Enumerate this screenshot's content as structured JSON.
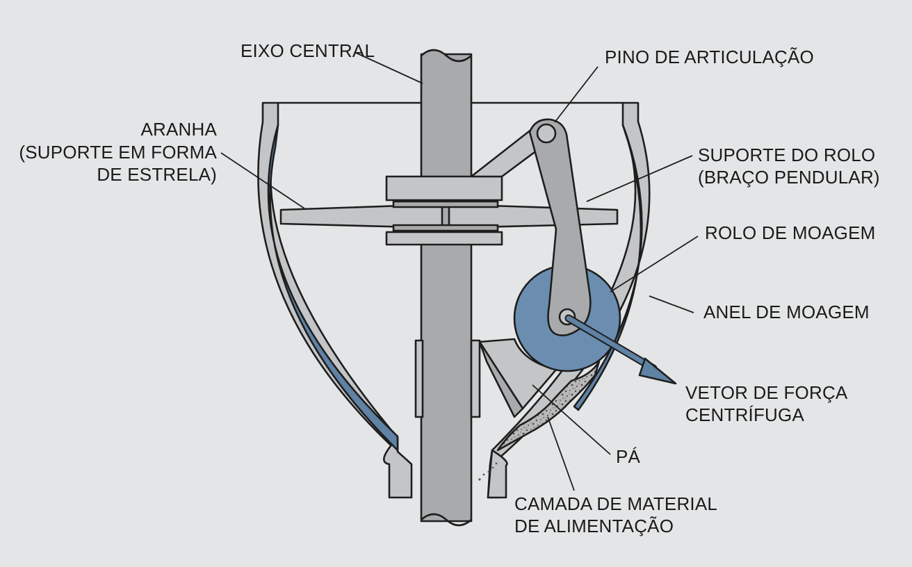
{
  "diagram": {
    "labels": {
      "eixo_central": "EIXO CENTRAL",
      "pino": "PINO DE ARTICULAÇÃO",
      "aranha_1": "ARANHA",
      "aranha_2": "(SUPORTE EM FORMA",
      "aranha_3": "DE ESTRELA)",
      "suporte_1": "SUPORTE DO ROLO",
      "suporte_2": "(BRAÇO PENDULAR)",
      "rolo": "ROLO DE MOAGEM",
      "anel": "ANEL DE MOAGEM",
      "vetor_1": "VETOR DE FORÇA",
      "vetor_2": "CENTRÍFUGA",
      "pa": "PÁ",
      "camada_1": "CAMADA DE MATERIAL",
      "camada_2": "DE ALIMENTAÇÃO"
    },
    "colors": {
      "background": "#e4e5e6",
      "metal_light": "#c4c5c7",
      "metal_mid": "#a9aaac",
      "blue_liner": "#5f82a5",
      "roller_blue": "#6b8db0",
      "outline": "#1e1e1e"
    }
  }
}
